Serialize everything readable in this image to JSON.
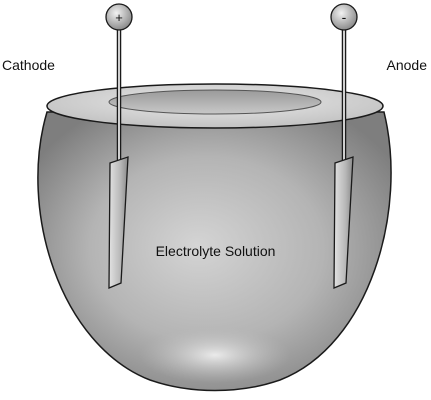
{
  "labels": {
    "cathode": "Cathode",
    "anode": "Anode",
    "solution": "Electrolyte Solution",
    "positive_sign": "+",
    "negative_sign": "-"
  },
  "colors": {
    "background": "#ffffff",
    "outline": "#1a1a1a",
    "bowl_light": "#e2e2e2",
    "bowl_mid": "#b0b0b0",
    "bowl_dark": "#7e7e7e",
    "electrode_light": "#dedede",
    "electrode_dark": "#8a8a8a"
  }
}
